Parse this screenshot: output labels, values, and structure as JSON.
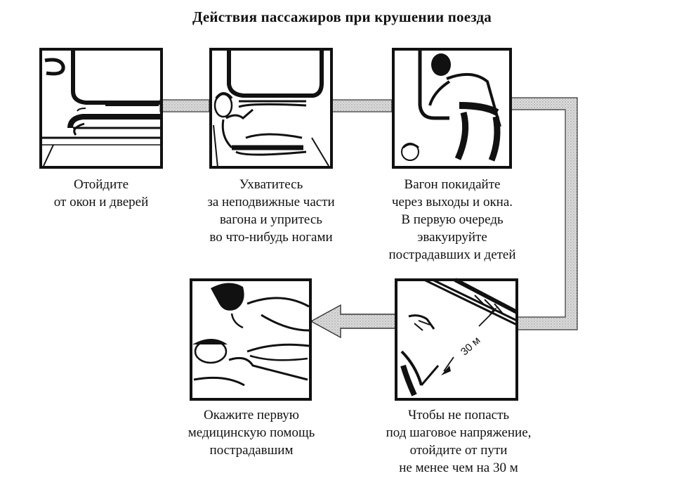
{
  "title": "Действия пассажиров при крушении поезда",
  "steps": [
    {
      "id": "step-1",
      "icon": "window-icon",
      "lines": [
        "Отойдите",
        "от окон и дверей"
      ]
    },
    {
      "id": "step-2",
      "icon": "holding-on-icon",
      "lines": [
        "Ухватитесь",
        "за неподвижные части",
        "вагона и упритесь",
        "во что-нибудь ногами"
      ]
    },
    {
      "id": "step-3",
      "icon": "exit-window-icon",
      "lines": [
        "Вагон покидайте",
        "через выходы и окна.",
        "В первую очередь",
        "эвакуируйте",
        "пострадавших и детей"
      ]
    },
    {
      "id": "step-4",
      "icon": "crawling-away-icon",
      "distance_label": "30 м",
      "lines": [
        "Чтобы не попасть",
        "под шаговое напряжение,",
        "отойдите от пути",
        "не менее чем на 30 м"
      ]
    },
    {
      "id": "step-5",
      "icon": "first-aid-icon",
      "lines": [
        "Окажите первую",
        "медицинскую помощь",
        "пострадавшим"
      ]
    }
  ],
  "colors": {
    "ink": "#111111",
    "connector": "#d9d9d9",
    "connector_stipple": "#9a9a9a",
    "background": "#ffffff"
  }
}
